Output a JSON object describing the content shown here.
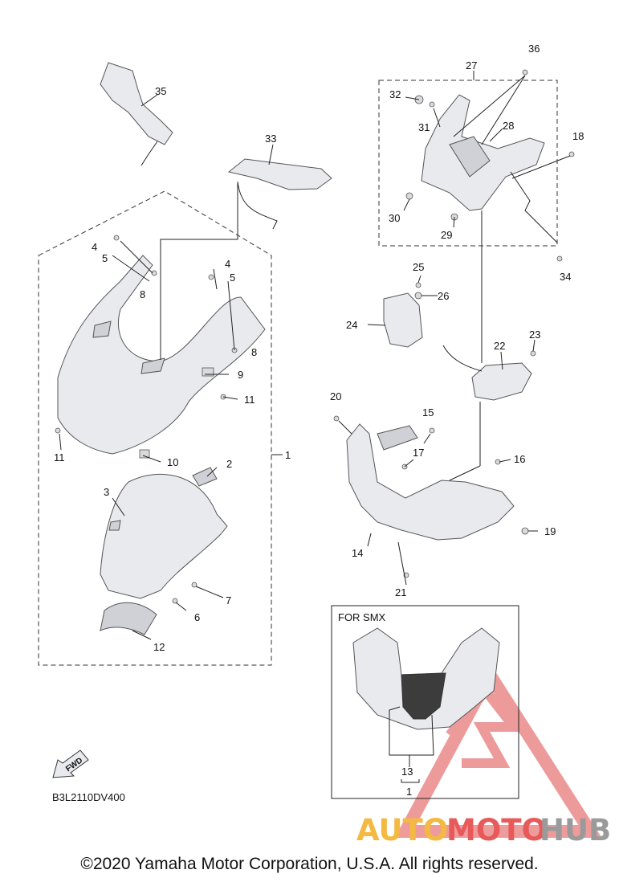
{
  "diagram": {
    "code": "B3L2110DV400",
    "smx_box_title": "FOR SMX",
    "fwd_label": "FWD",
    "callouts": {
      "c1": "1",
      "c2": "2",
      "c3": "3",
      "c4a": "4",
      "c4b": "4",
      "c5a": "5",
      "c5b": "5",
      "c6": "6",
      "c7": "7",
      "c8a": "8",
      "c8b": "8",
      "c9": "9",
      "c10": "10",
      "c11a": "11",
      "c11b": "11",
      "c12": "12",
      "c13": "13",
      "c1smx": "1",
      "c14": "14",
      "c15": "15",
      "c16": "16",
      "c17": "17",
      "c18": "18",
      "c19": "19",
      "c20": "20",
      "c21": "21",
      "c22": "22",
      "c23": "23",
      "c24": "24",
      "c25": "25",
      "c26": "26",
      "c27": "27",
      "c28": "28",
      "c29": "29",
      "c30": "30",
      "c31": "31",
      "c32": "32",
      "c33": "33",
      "c34": "34",
      "c35": "35",
      "c36": "36"
    }
  },
  "watermark": {
    "part1": "AUTO",
    "part2": "MOTO",
    "part3": "HUB",
    "color1": "#f4b942",
    "color2": "#e85a5a",
    "color3": "#9a9a9a"
  },
  "footer": {
    "copyright": "©2020 Yamaha Motor Corporation, U.S.A. All rights reserved."
  }
}
